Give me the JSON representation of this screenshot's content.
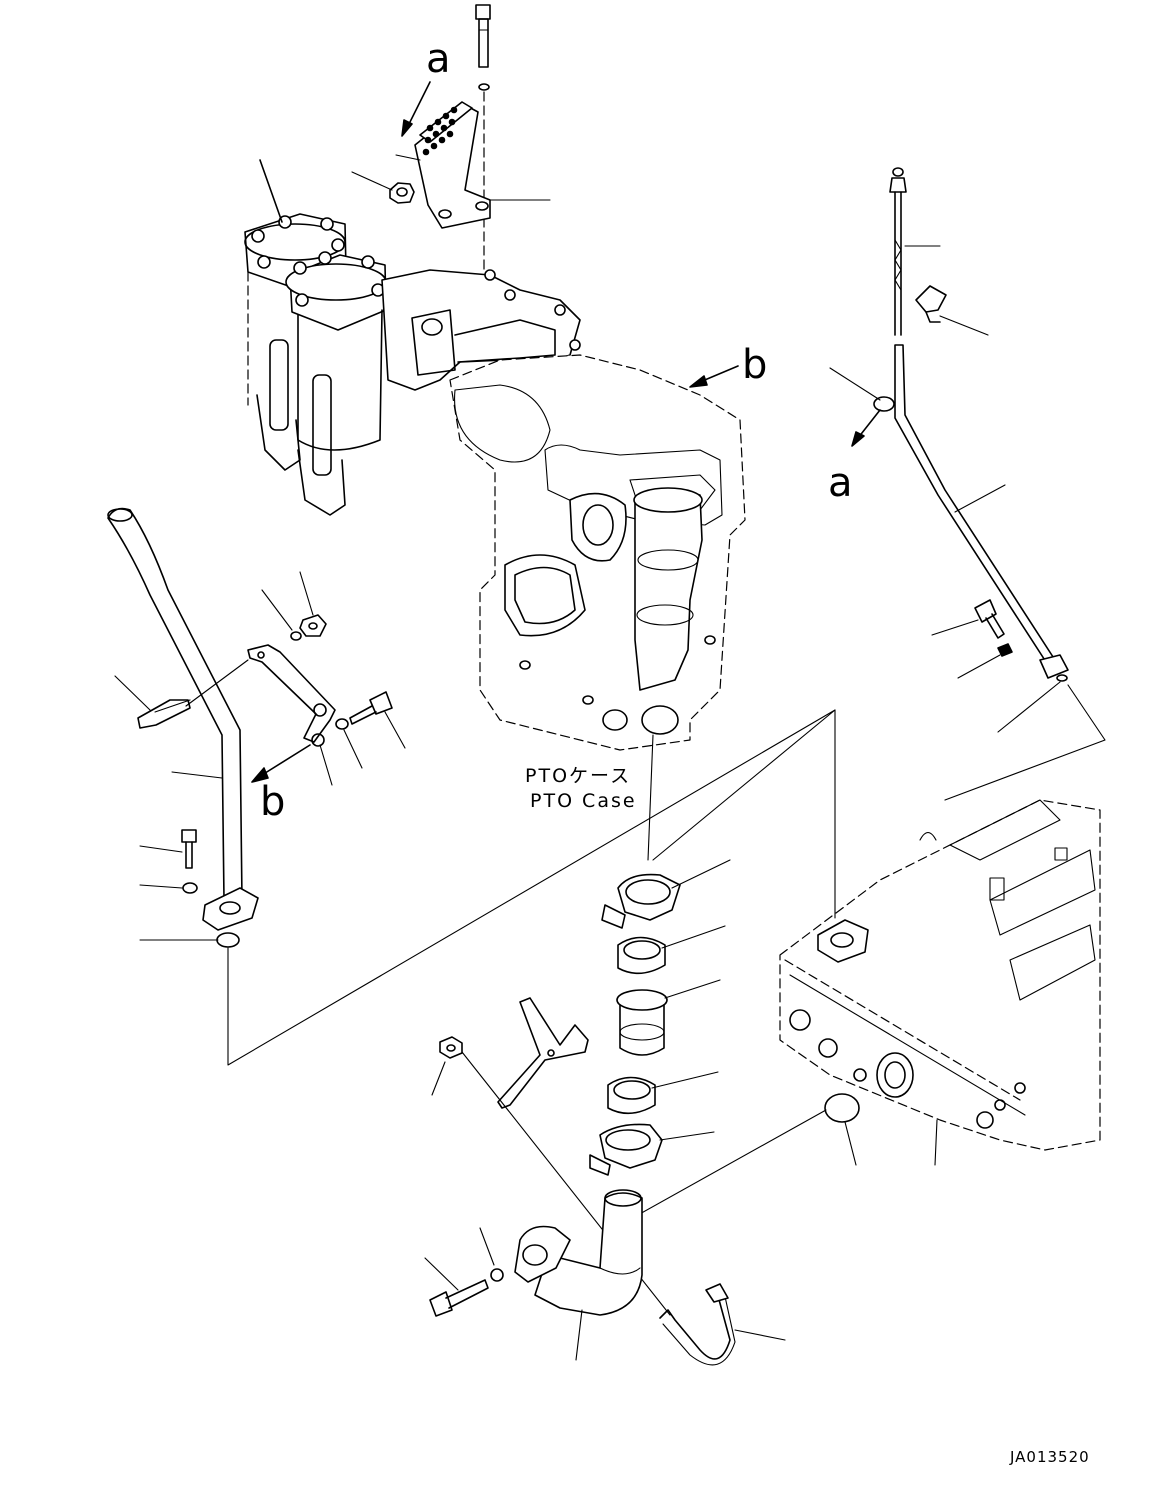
{
  "diagram": {
    "view_letters": {
      "a_top": "a",
      "a_right": "a",
      "b_right": "b",
      "b_left": "b"
    },
    "component_caption": {
      "japanese": "PTOケース",
      "english": "PTO Case"
    },
    "drawing_code": "JA013520"
  }
}
